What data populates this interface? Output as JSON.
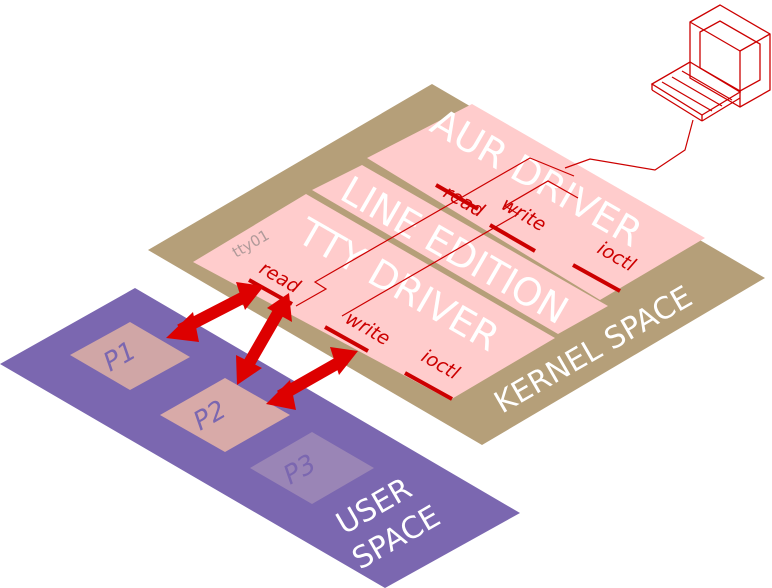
{
  "blocks": {
    "aur_driver": "AUR DRIVER",
    "line_edition": "LINE EDITION",
    "tty_driver": "TTY DRIVER",
    "tty_device": "tty01"
  },
  "spaces": {
    "kernel": "KERNEL SPACE",
    "user_line1": "USER",
    "user_line2": "SPACE"
  },
  "functions": {
    "aur_read": "read",
    "aur_write": "write",
    "aur_ioctl": "ioctl",
    "tty_read": "read",
    "tty_write": "write",
    "tty_ioctl": "ioctl"
  },
  "processes": {
    "p1": "P1",
    "p2": "P2",
    "p3": "P3"
  },
  "colors": {
    "user_space": "#7b67b0",
    "kernel_space": "#b59f79",
    "driver_block": "#ffcccc",
    "accent_red": "#dd0000"
  },
  "icons": [
    "terminal-icon"
  ]
}
